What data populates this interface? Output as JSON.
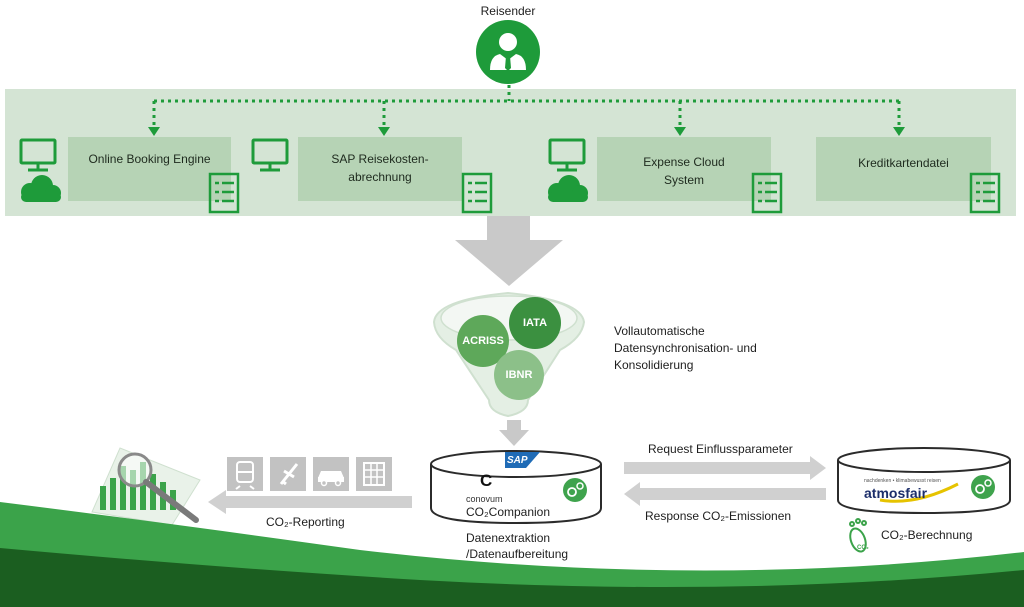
{
  "traveler": {
    "label": "Reisender"
  },
  "systems": [
    {
      "label": "Online Booking Engine"
    },
    {
      "label": "SAP Reisekosten-\nabrechnung"
    },
    {
      "label": "Expense Cloud\nSystem"
    },
    {
      "label": "Kreditkartendatei"
    }
  ],
  "funnel": {
    "balls": [
      "ACRISS",
      "IATA",
      "IBNR"
    ]
  },
  "sync": {
    "label": "Vollautomatische\nDatensynchronisation- und\nKonsolidierung"
  },
  "companion": {
    "sap_logo": "SAP",
    "conovum_c": "C",
    "conovum": "conovum",
    "name": "CO₂Companion",
    "caption": "Datenextraktion\n/Datenaufbereitung"
  },
  "request": {
    "label": "Request Einflussparameter"
  },
  "response": {
    "label": "Response CO₂-Emissionen"
  },
  "atmosfair": {
    "tagline": "nachdenken • klimabewusst reisen",
    "brand": "atmosfair"
  },
  "berechnung": {
    "label": "CO₂-Berechnung",
    "badge": "CO₂"
  },
  "reporting": {
    "label": "CO₂-Reporting"
  },
  "transport_icons": [
    "train-icon",
    "plane-icon",
    "car-icon",
    "hotel-icon"
  ],
  "colors": {
    "green": "#1e9b3a",
    "dark_green": "#1b5e20",
    "band": "#d4e4d4",
    "box": "#b6d3b5",
    "gray": "#c7c7c7"
  }
}
